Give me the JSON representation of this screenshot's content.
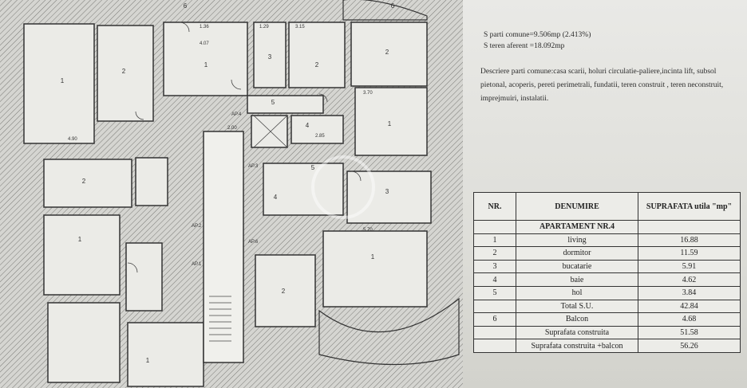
{
  "notes": {
    "common_parts": "S parti comune=9.506mp (2.413%)",
    "land": "S teren aferent =18.092mp",
    "description": "Descriere parti comune:casa scarii, holuri circulatie-paliere,incinta lift, subsol pietonal, acoperis, pereti perimetrali, fundatii, teren construit , teren neconstruit, imprejmuiri, instalatii."
  },
  "table": {
    "headers": [
      "NR.",
      "DENUMIRE",
      "SUPRAFATA utila \"mp\""
    ],
    "apartment": "APARTAMENT NR.4",
    "rows": [
      {
        "nr": "1",
        "name": "living",
        "area": "16.88"
      },
      {
        "nr": "2",
        "name": "dormitor",
        "area": "11.59"
      },
      {
        "nr": "3",
        "name": "bucatarie",
        "area": "5.91"
      },
      {
        "nr": "4",
        "name": "baie",
        "area": "4.62"
      },
      {
        "nr": "5",
        "name": "hol",
        "area": "3.84"
      }
    ],
    "total_su": {
      "name": "Total S.U.",
      "area": "42.84"
    },
    "balcony": {
      "nr": "6",
      "name": "Balcon",
      "area": "4.68"
    },
    "built_area": {
      "name": "Suprafata construita",
      "area": "51.58"
    },
    "built_balcony": {
      "name": "Suprafata construita +balcon",
      "area": "56.26"
    }
  }
}
